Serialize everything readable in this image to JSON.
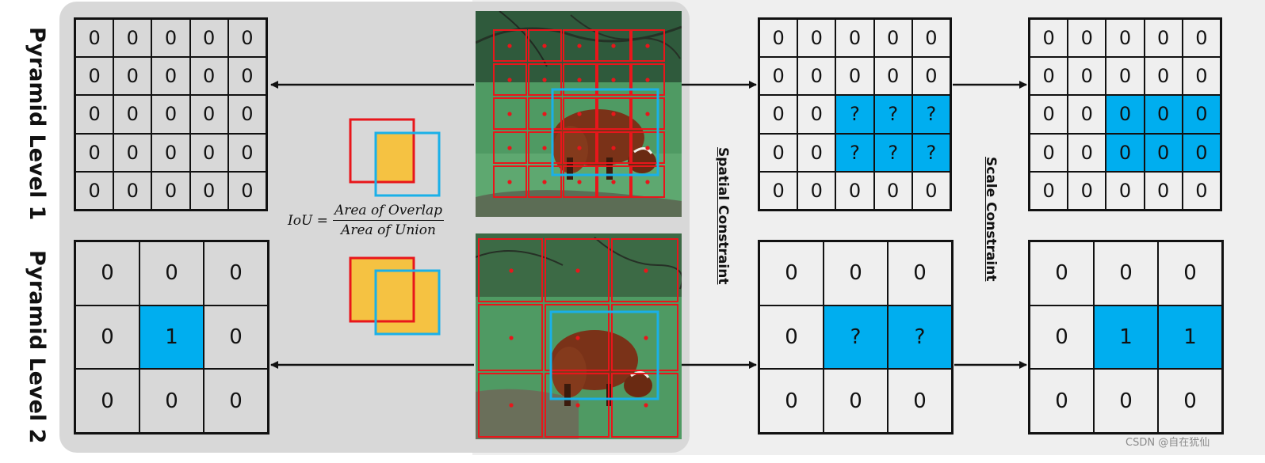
{
  "levels": {
    "level1": "Pyramid Level 1",
    "level2": "Pyramid Level 2"
  },
  "constraints": {
    "spatial": "Spatial Constraint",
    "scale": "Scale Constraint"
  },
  "formula": {
    "lhs": "IoU =",
    "numerator": "Area of Overlap",
    "denominator": "Area of Union"
  },
  "watermark": "CSDN @自在犹仙",
  "colors": {
    "highlight": "#00aeef",
    "box_red": "#e8161b",
    "box_blue": "#1ab0e8",
    "overlap_yellow": "#f5c242",
    "panel_left": "#d8d8d8",
    "panel_right": "#efefef"
  },
  "grids": {
    "l1_left": [
      [
        "0",
        "0",
        "0",
        "0",
        "0"
      ],
      [
        "0",
        "0",
        "0",
        "0",
        "0"
      ],
      [
        "0",
        "0",
        "0",
        "0",
        "0"
      ],
      [
        "0",
        "0",
        "0",
        "0",
        "0"
      ],
      [
        "0",
        "0",
        "0",
        "0",
        "0"
      ]
    ],
    "l1_spatial": [
      [
        "0",
        "0",
        "0",
        "0",
        "0"
      ],
      [
        "0",
        "0",
        "0",
        "0",
        "0"
      ],
      [
        "0",
        "0",
        "?",
        "?",
        "?"
      ],
      [
        "0",
        "0",
        "?",
        "?",
        "?"
      ],
      [
        "0",
        "0",
        "0",
        "0",
        "0"
      ]
    ],
    "l1_scale": [
      [
        "0",
        "0",
        "0",
        "0",
        "0"
      ],
      [
        "0",
        "0",
        "0",
        "0",
        "0"
      ],
      [
        "0",
        "0",
        "0",
        "0",
        "0"
      ],
      [
        "0",
        "0",
        "0",
        "0",
        "0"
      ],
      [
        "0",
        "0",
        "0",
        "0",
        "0"
      ]
    ],
    "l2_left": [
      [
        "0",
        "0",
        "0"
      ],
      [
        "0",
        "1",
        "0"
      ],
      [
        "0",
        "0",
        "0"
      ]
    ],
    "l2_spatial": [
      [
        "0",
        "0",
        "0"
      ],
      [
        "0",
        "?",
        "?"
      ],
      [
        "0",
        "0",
        "0"
      ]
    ],
    "l2_scale": [
      [
        "0",
        "0",
        "0"
      ],
      [
        "0",
        "1",
        "1"
      ],
      [
        "0",
        "0",
        "0"
      ]
    ]
  },
  "highlights": {
    "l1_left": [],
    "l1_spatial": [
      [
        2,
        2
      ],
      [
        2,
        3
      ],
      [
        2,
        4
      ],
      [
        3,
        2
      ],
      [
        3,
        3
      ],
      [
        3,
        4
      ]
    ],
    "l1_scale": [
      [
        2,
        2
      ],
      [
        2,
        3
      ],
      [
        2,
        4
      ],
      [
        3,
        2
      ],
      [
        3,
        3
      ],
      [
        3,
        4
      ]
    ],
    "l2_left": [
      [
        1,
        1
      ]
    ],
    "l2_spatial": [
      [
        1,
        1
      ],
      [
        1,
        2
      ]
    ],
    "l2_scale": [
      [
        1,
        1
      ],
      [
        1,
        2
      ]
    ]
  },
  "icons": {
    "photo": "grazing-cow-photo",
    "arrow": "arrow-icon"
  }
}
